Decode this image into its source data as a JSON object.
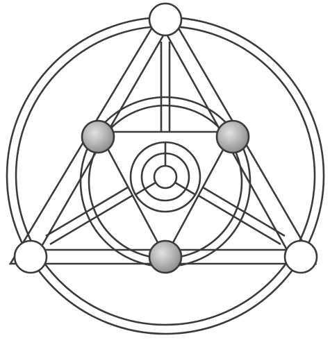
{
  "colors": {
    "background": "#ffffff",
    "line": "#3a3a3a",
    "open_node_fill": "#ffffff",
    "filled_node_fill": "#b4b4b4",
    "filled_node_highlight": "#e2e2e2",
    "filled_node_shadow": "#8c8c8c"
  },
  "nodes": {
    "vertex_nodes": [
      {
        "id": "top",
        "style": "open"
      },
      {
        "id": "left",
        "style": "open"
      },
      {
        "id": "right",
        "style": "open"
      }
    ],
    "inner_nodes": [
      {
        "id": "inner-left",
        "style": "filled"
      },
      {
        "id": "inner-right",
        "style": "filled"
      },
      {
        "id": "inner-bottom",
        "style": "filled"
      }
    ]
  },
  "center_emblem": {
    "spokes": 3,
    "rings": 2
  }
}
